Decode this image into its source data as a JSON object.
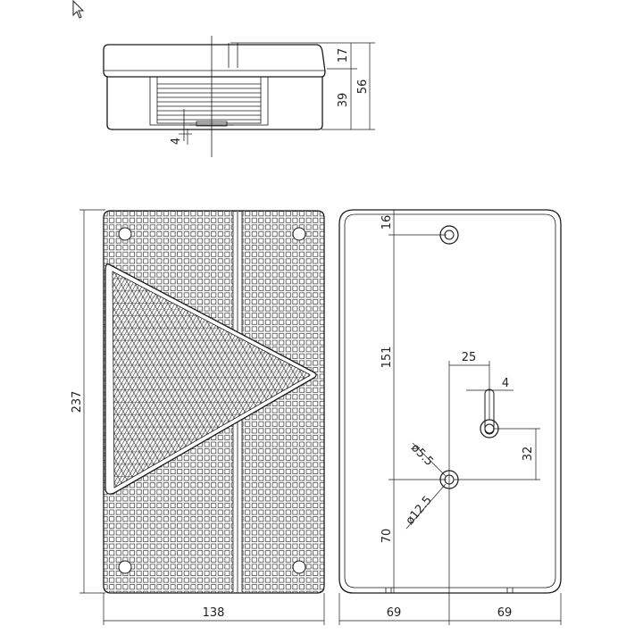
{
  "dimensions": {
    "top_depth": "17",
    "total_height": "56",
    "lens_height": "39",
    "bottom_offset": "4",
    "overall_length": "237",
    "overall_width": "138",
    "top_hole_offset": "16",
    "hole_spacing": "151",
    "bottom_hole_offset": "70",
    "side_hole_offset": "25",
    "slot_width": "4",
    "slot_height": "32",
    "hole_diameter_small": "ø5.5",
    "hole_diameter_large": "ø12.5",
    "half_width_left": "69",
    "half_width_right": "69"
  },
  "cursor": "arrow-cursor-icon"
}
